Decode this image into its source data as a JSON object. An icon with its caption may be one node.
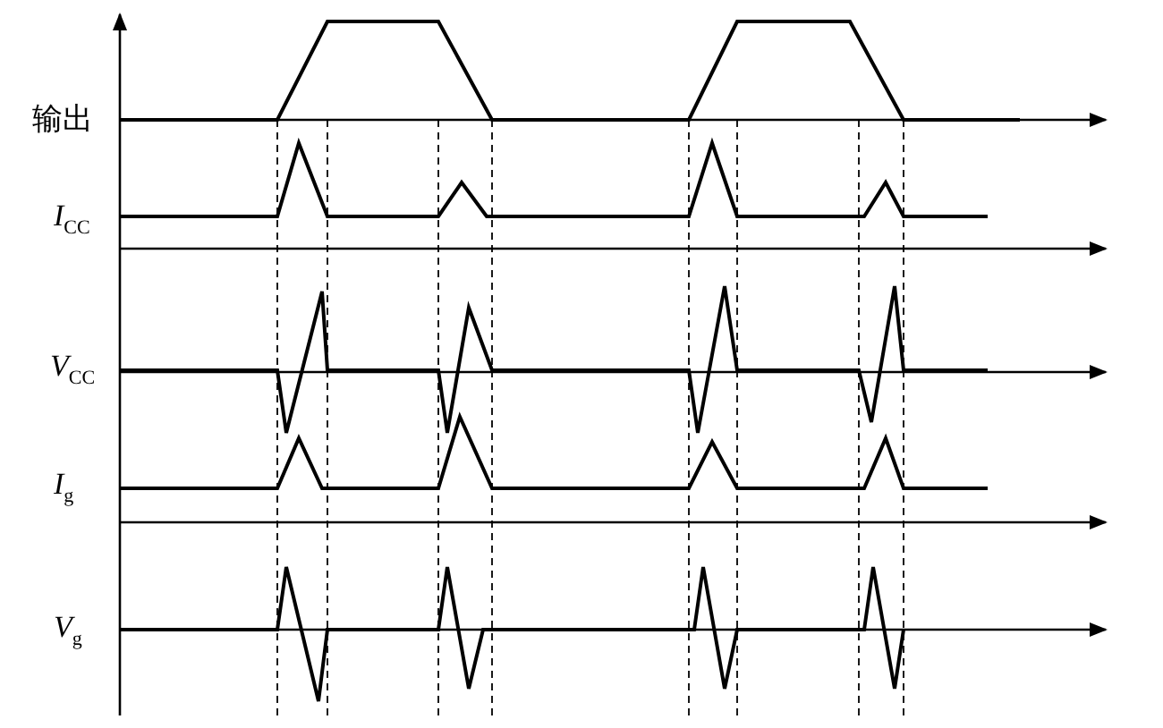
{
  "diagram": {
    "labels": [
      "输出",
      "*I*$_{CC}$",
      "*V*$_{CC}$",
      "*I*$_{g}$",
      "*V*$_{g}$"
    ]
  }
}
